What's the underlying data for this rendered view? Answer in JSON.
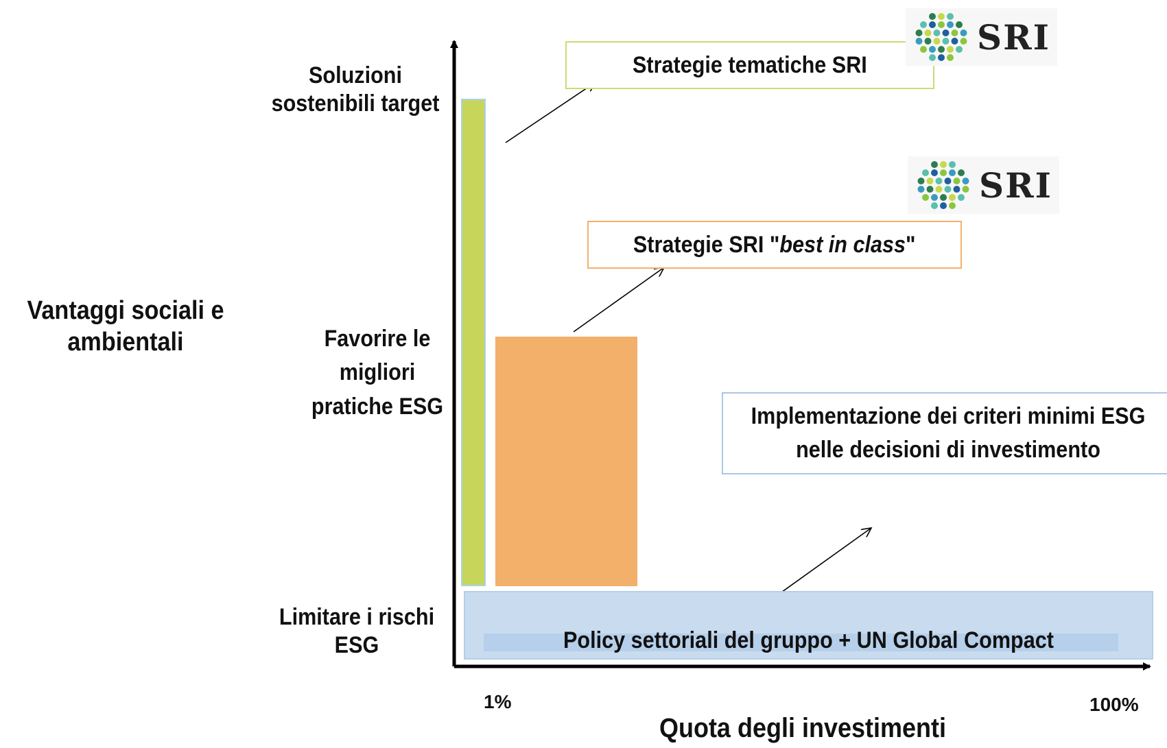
{
  "axes": {
    "y_title": "Vantaggi sociali e ambientali",
    "y_levels": {
      "high": "Soluzioni sostenibili target",
      "mid": "Favorire le migliori pratiche ESG",
      "low": "Limitare i rischi ESG"
    },
    "x_title": "Quota degli investimenti",
    "x_ticks": [
      "1%",
      "100%"
    ]
  },
  "strategies": {
    "thematic": "Strategie tematiche SRI",
    "best_in_class_prefix": "Strategie SRI \"",
    "best_in_class_italic": "best in class",
    "best_in_class_suffix": " \"",
    "minimum": "Implementazione dei criteri minimi ESG nelle decisioni di investimento",
    "policy": "Policy settoriali del gruppo + UN Global Compact"
  },
  "logos": [
    {
      "text": "SRI",
      "icon": "sri-dots-icon"
    },
    {
      "text": "SRI",
      "icon": "sri-dots-icon"
    }
  ],
  "colors": {
    "thematic": "#c8d55b",
    "best_in_class": "#f2b06a",
    "policy": "#c9dcef",
    "dots": [
      "#2e7d4f",
      "#3a9bbf",
      "#8cc63f",
      "#1f5fa0",
      "#5bbfae",
      "#c7d94a"
    ]
  }
}
